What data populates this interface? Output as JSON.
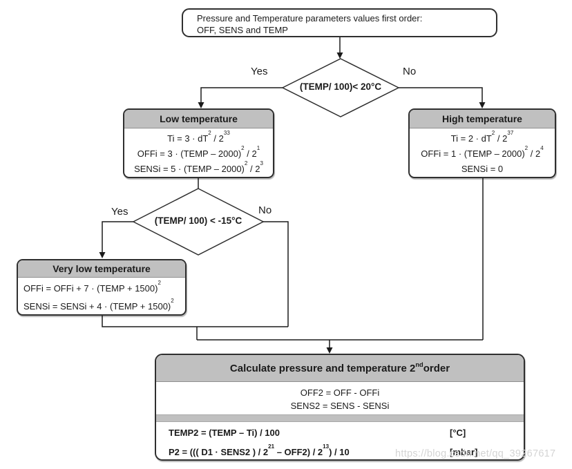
{
  "colors": {
    "header_gray": "#c0c0c0",
    "line_color": "#1a1a1a",
    "border_color": "#2f2f2f",
    "watermark_gray": "#d4d4d4"
  },
  "start_box": {
    "line1": "Pressure and Temperature parameters values first order:",
    "line2": "OFF, SENS and TEMP"
  },
  "decision1": {
    "condition": "(TEMP/ 100)< 20°C",
    "yes_label": "Yes",
    "no_label": "No"
  },
  "decision2": {
    "condition": "(TEMP/ 100) < -15°C",
    "yes_label": "Yes",
    "no_label": "No"
  },
  "low_temp_box": {
    "title": "Low temperature",
    "formulas": [
      "Ti = 3 · dT^{2} / 2^{33}",
      "OFFi = 3 · (TEMP – 2000)^{2} / 2^{1}",
      "SENSi = 5 · (TEMP – 2000)^{2} / 2^{3}"
    ]
  },
  "high_temp_box": {
    "title": "High temperature",
    "formulas": [
      "Ti = 2 · dT^{2} / 2^{37}",
      "OFFi = 1 · (TEMP – 2000)^{2} / 2^{4}",
      "SENSi = 0"
    ]
  },
  "very_low_temp_box": {
    "title": "Very low temperature",
    "formulas": [
      "OFFi = OFFi + 7 · (TEMP + 1500)^{2}",
      "SENSi = SENSi + 4 · (TEMP + 1500)^{2}"
    ]
  },
  "final_box": {
    "title": "Calculate pressure and temperature 2^{nd} order",
    "first_order_formulas": [
      "OFF2 = OFF - OFFi",
      "SENS2 = SENS - SENSi"
    ],
    "result_rows": [
      {
        "formula": "TEMP2 = (TEMP – Ti) / 100",
        "unit": "[°C]"
      },
      {
        "formula": "P2 = ((( D1 · SENS2 ) / 2^{21} – OFF2) / 2^{13}) / 10",
        "unit": "[mbar]"
      }
    ]
  },
  "watermark": "https://blog.csdn.net/qq_39267617"
}
